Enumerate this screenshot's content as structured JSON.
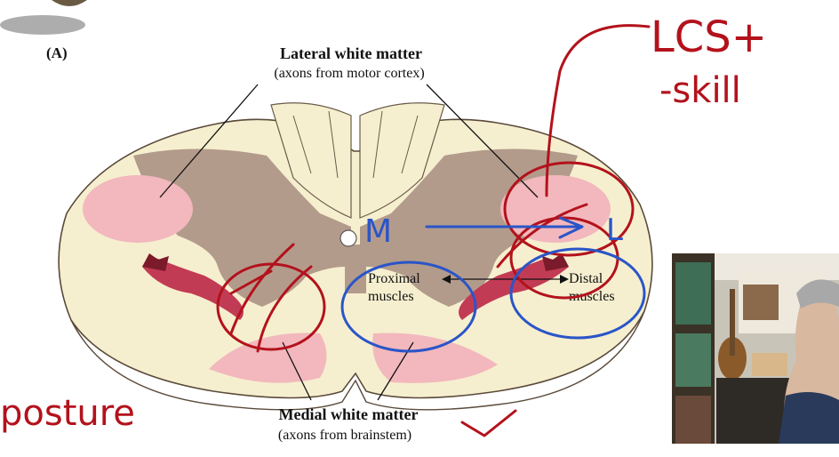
{
  "figure": {
    "panel_label": "(A)",
    "lateral_title": "Lateral white matter",
    "lateral_sub": "(axons from motor cortex)",
    "medial_title": "Medial white matter",
    "medial_sub": "(axons from brainstem)",
    "proximal_line1": "Proximal",
    "proximal_line2": "muscles",
    "distal_line1": "Distal",
    "distal_line2": "muscles"
  },
  "annotations": {
    "red_top": "LCS+",
    "red_skill": "-skill",
    "red_posture": "posture",
    "blue_m": "M",
    "blue_l": "L"
  },
  "colors": {
    "grey_matter": "#b39b8c",
    "white_matter": "#f6efcf",
    "tract_pink": "#f2b8bd",
    "neuron_red": "#c23b55",
    "ink_red": "#b3121c",
    "ink_blue": "#2a55c8"
  }
}
